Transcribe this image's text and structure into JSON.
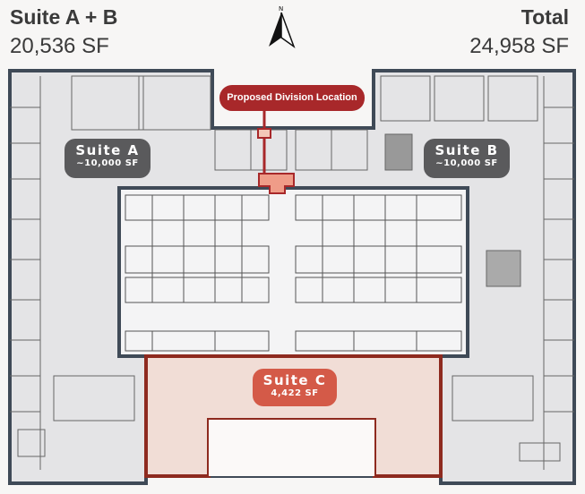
{
  "header": {
    "left_title": "Suite A + B",
    "left_area": "20,536 SF",
    "right_title": "Total",
    "right_area": "24,958 SF",
    "north_label": "N"
  },
  "suites": {
    "a": {
      "name": "Suite A",
      "area": "~10,000 SF"
    },
    "b": {
      "name": "Suite B",
      "area": "~10,000 SF"
    },
    "c": {
      "name": "Suite C",
      "area": "4,422 SF"
    }
  },
  "callout": {
    "label": "Proposed Division Location"
  },
  "colors": {
    "wall": "#3f4a57",
    "accent": "#a8282a",
    "suite_c_fill": "#f1ddd6",
    "suite_label": "#5a5a5c",
    "suite_c_label": "#d45a48",
    "floor": "#e4e4e6"
  }
}
